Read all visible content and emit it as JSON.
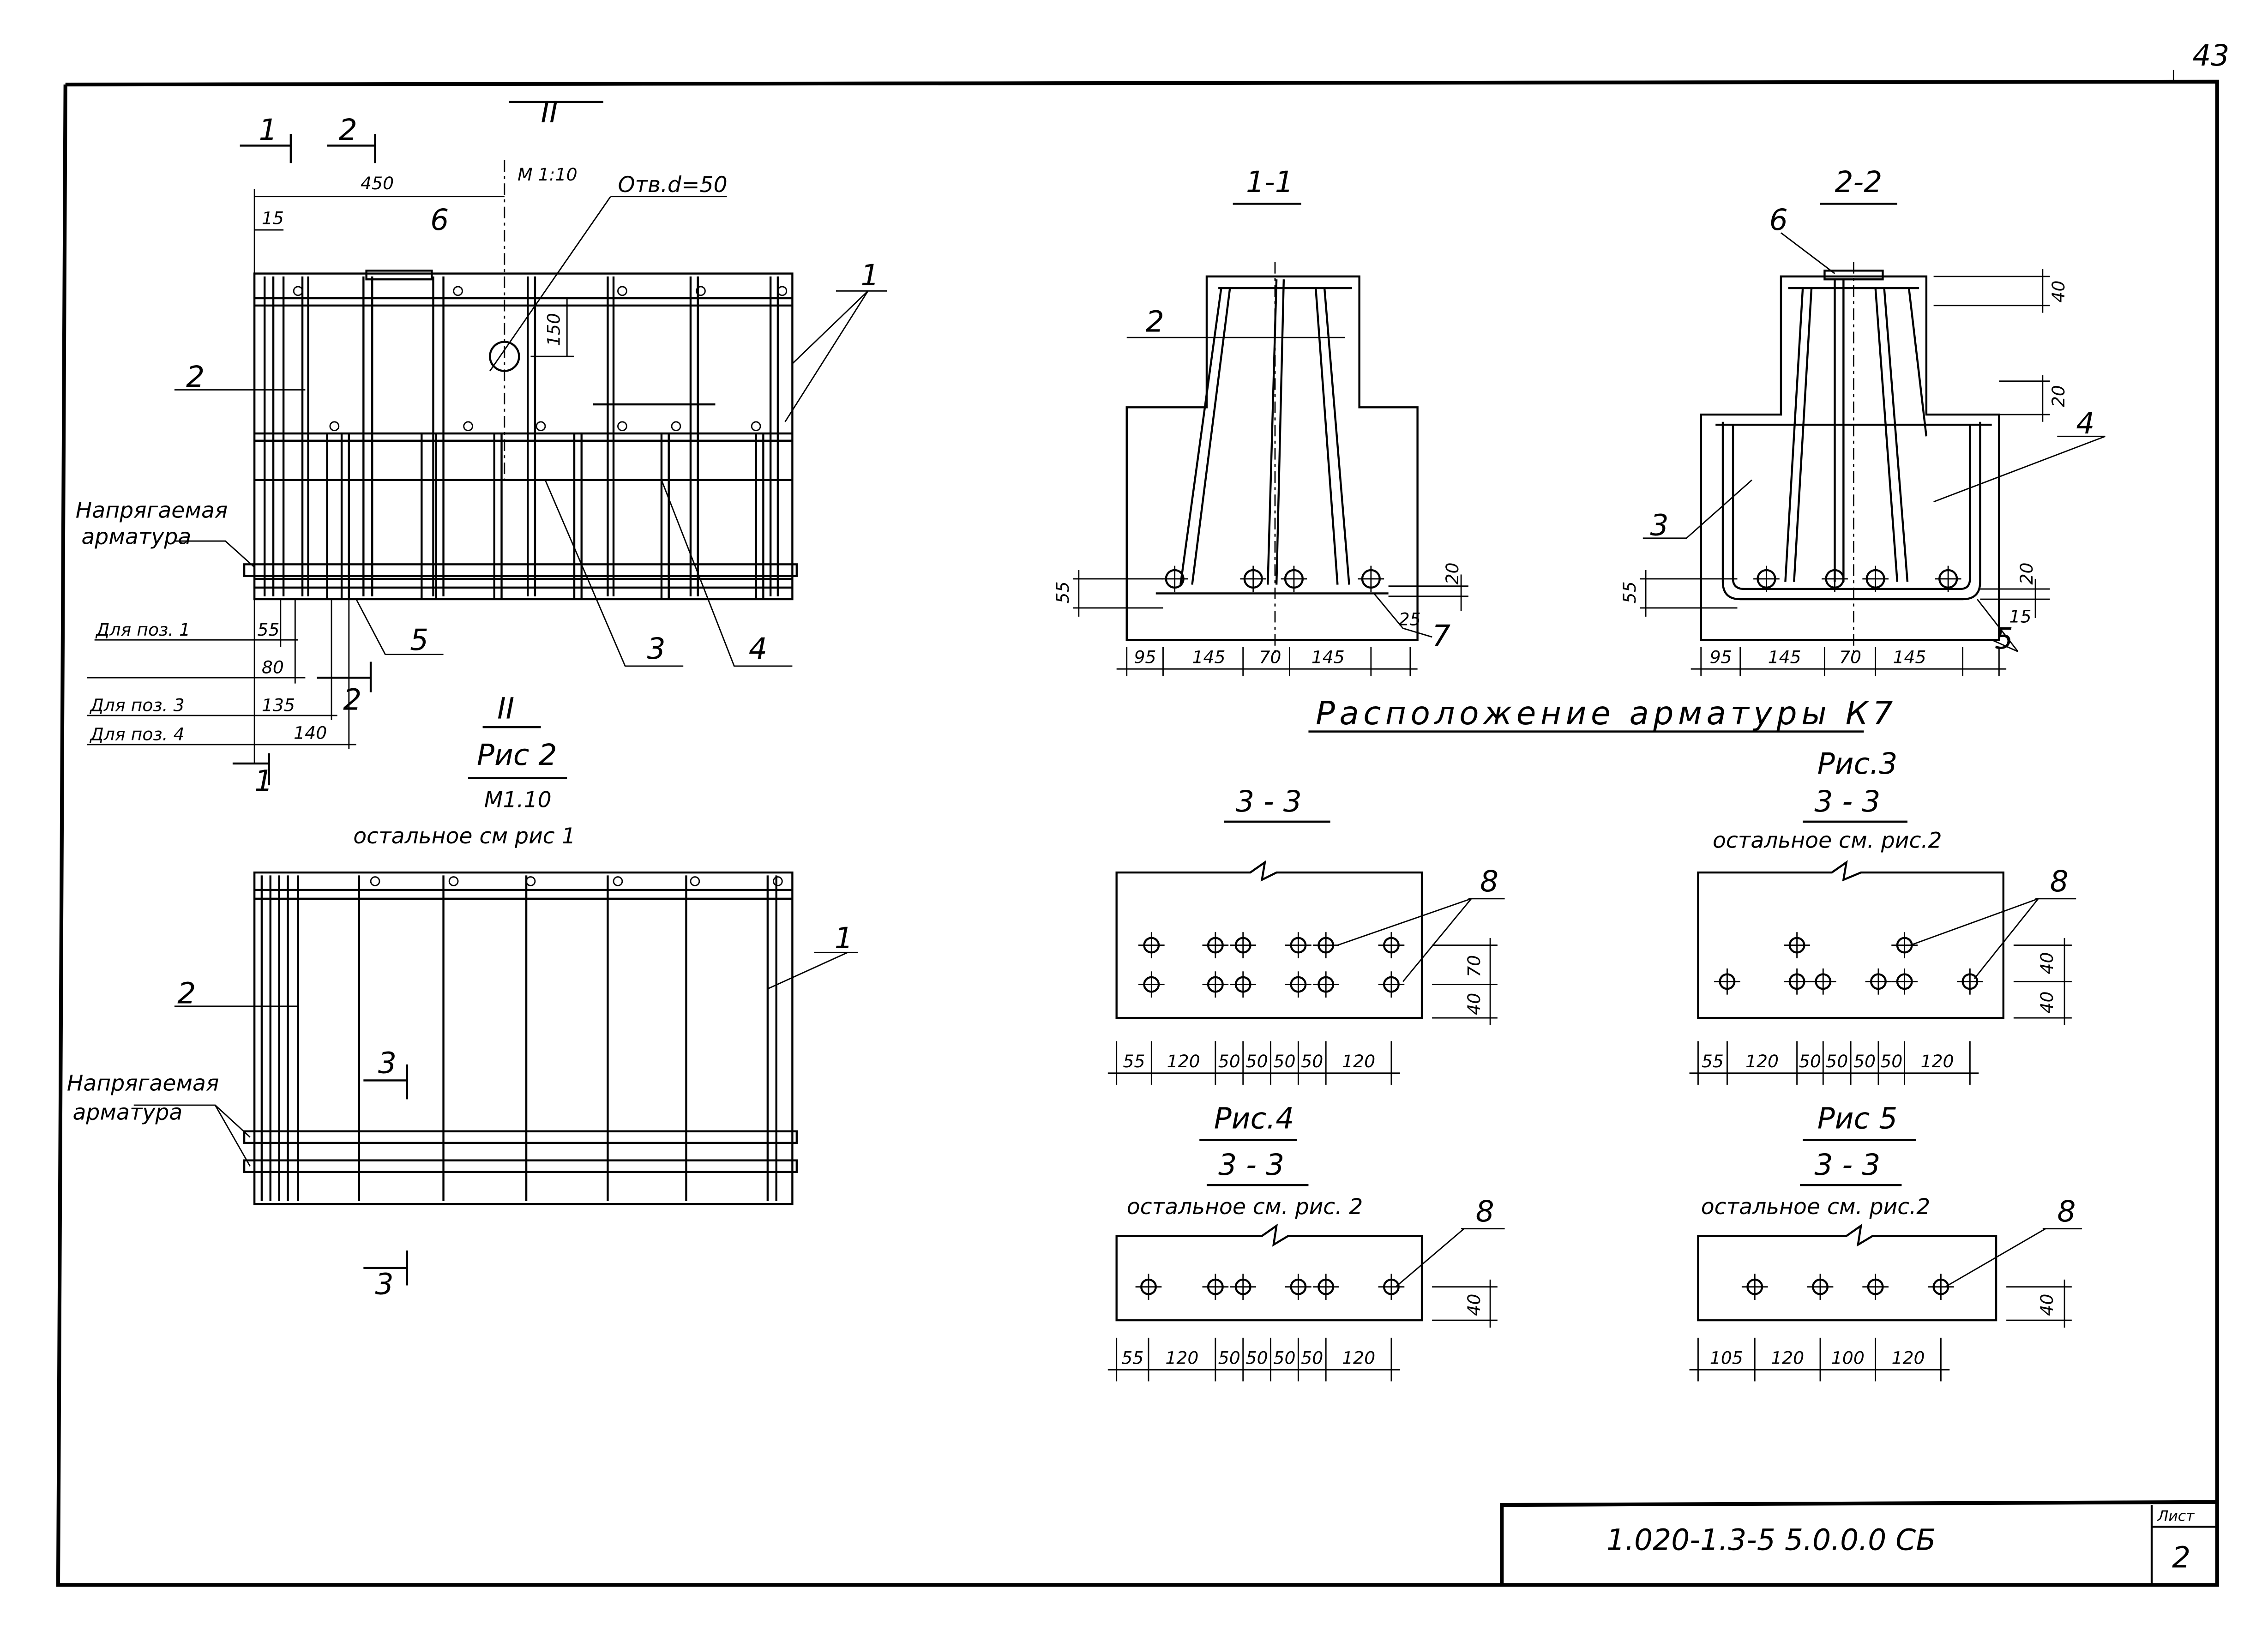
{
  "sheet": {
    "page_number": "43",
    "title_block": {
      "code": "1.020-1.3-5 5.0.0.0 СБ",
      "sheet_label": "Лист",
      "sheet_number": "2"
    },
    "caption": "Расположение арматуры К7"
  },
  "fig1": {
    "section_mark_1": "1",
    "section_mark_2": "2",
    "view_mark": "II",
    "scale": "М 1:10",
    "dim_450": "450",
    "dim_15": "15",
    "dim_150": "150",
    "hole_note": "Отв.d=50",
    "pos_6": "6",
    "pos_1": "1",
    "pos_2": "2",
    "pos_3": "3",
    "pos_4": "4",
    "pos_5": "5",
    "tensioned_line1": "Напрягаемая",
    "tensioned_line2": "арматура",
    "for_pos1": "Для поз. 1",
    "dim_55": "55",
    "dim_80": "80",
    "for_pos3": "Для поз. 3",
    "dim_135": "135",
    "for_pos4": "Для поз. 4",
    "dim_140": "140",
    "cut_2": "2",
    "cut_1": "1"
  },
  "fig2": {
    "view_mark": "II",
    "title": "Рис 2",
    "scale": "М1.10",
    "note": "остальное см рис 1",
    "pos_1": "1",
    "pos_2": "2",
    "tensioned_line1": "Напрягаемая",
    "tensioned_line2": "арматура",
    "cut_3_top": "3",
    "cut_3_bottom": "3"
  },
  "section_1_1": {
    "title": "1-1",
    "pos_2": "2",
    "pos_7": "7",
    "dim_55": "55",
    "dim_20": "20",
    "dim_25": "25",
    "dims_bottom": [
      "95",
      "145",
      "70",
      "145"
    ]
  },
  "section_2_2": {
    "title": "2-2",
    "pos_6": "6",
    "pos_4": "4",
    "pos_3": "3",
    "pos_5": "5",
    "dim_40": "40",
    "dim_20_top": "20",
    "dim_55": "55",
    "dim_20": "20",
    "dim_15": "15",
    "dims_bottom": [
      "95",
      "145",
      "70",
      "145"
    ]
  },
  "sec3_fig2": {
    "title": "3 - 3",
    "pos_8": "8",
    "dim_70": "70",
    "dim_40": "40",
    "dims_bottom": [
      "55",
      "120",
      "50",
      "50",
      "50",
      "50",
      "120"
    ]
  },
  "sec3_fig3": {
    "fig": "Рис.3",
    "title": "3 - 3",
    "note": "остальное см. рис.2",
    "pos_8": "8",
    "dim_40a": "40",
    "dim_40b": "40",
    "dims_bottom": [
      "55",
      "120",
      "50",
      "50",
      "50",
      "50",
      "120"
    ]
  },
  "sec3_fig4": {
    "fig": "Рис.4",
    "title": "3 - 3",
    "note": "остальное см. рис. 2",
    "pos_8": "8",
    "dim_40": "40",
    "dims_bottom": [
      "55",
      "120",
      "50",
      "50",
      "50",
      "50",
      "120"
    ]
  },
  "sec3_fig5": {
    "fig": "Рис 5",
    "title": "3 - 3",
    "note": "остальное см. рис.2",
    "pos_8": "8",
    "dim_40": "40",
    "dims_bottom": [
      "105",
      "120",
      "100",
      "120"
    ]
  }
}
